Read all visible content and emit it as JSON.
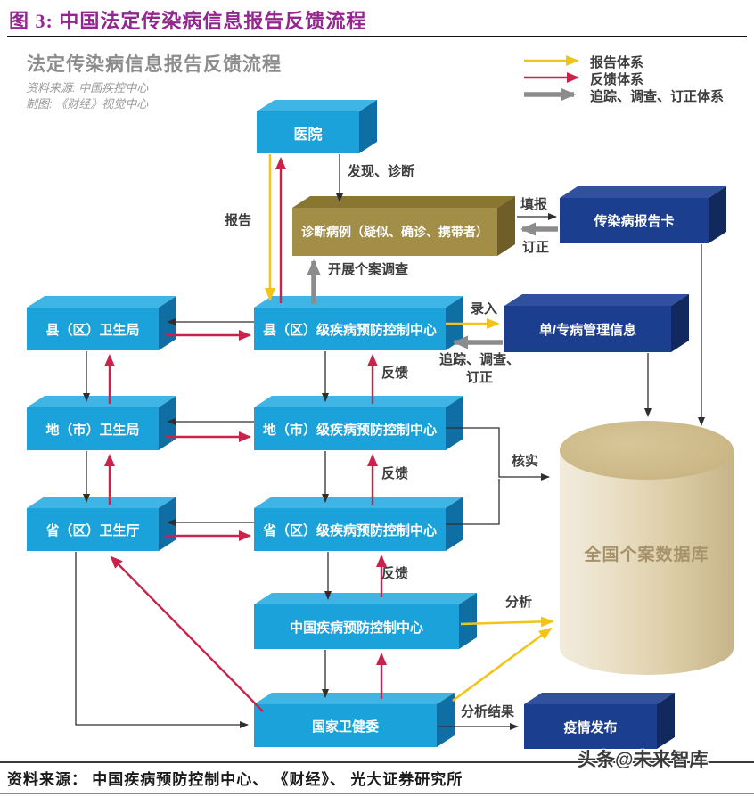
{
  "header": {
    "title": "图 3: 中国法定传染病信息报告反馈流程"
  },
  "diagram": {
    "title": "法定传染病信息报告反馈流程",
    "source1": "资料来源: 中国疾控中心",
    "source2": "制图: 《财经》视觉中心",
    "legend": [
      {
        "label": "报告体系",
        "color": "#F2C41A"
      },
      {
        "label": "反馈体系",
        "color": "#C8234A"
      },
      {
        "label": "追踪、调查、订正体系",
        "color": "#8C8C8C"
      }
    ],
    "colors": {
      "box_cyan": "#1BA2DA",
      "box_navy": "#1C3E8E",
      "box_olive": "#A28E47",
      "cylinder": "#DCCDA6",
      "title_purple": "#93278F"
    },
    "nodes": {
      "hospital": "医院",
      "diagnosed_case": "诊断病例（疑似、确诊、携带者）",
      "report_card": "传染病报告卡",
      "county_bureau": "县（区）卫生局",
      "county_cdc": "县（区）级疾病预防控制中心",
      "case_mgmt_info": "单/专病管理信息",
      "city_bureau": "地（市）卫生局",
      "city_cdc": "地（市）级疾病预防控制中心",
      "province_dept": "省（区）卫生厅",
      "province_cdc": "省（区）级疾病预防控制中心",
      "china_cdc": "中国疾病预防控制中心",
      "nhc": "国家卫健委",
      "epidemic_release": "疫情发布",
      "national_db": "全国个案数据库"
    },
    "edge_labels": {
      "discover_diagnose": "发现、诊断",
      "report": "报告",
      "fill_in": "填报",
      "correction": "订正",
      "case_investigation": "开展个案调查",
      "entry": "录入",
      "track_investigate_correct": "追踪、调查、\n订正",
      "feedback": "反馈",
      "verify": "核实",
      "analyze": "分析",
      "analysis_result": "分析结果"
    }
  },
  "footer": {
    "caption": "资料来源： 中国疾病预防控制中心、 《财经》、 光大证券研究所",
    "watermark": "头条@未来智库"
  }
}
